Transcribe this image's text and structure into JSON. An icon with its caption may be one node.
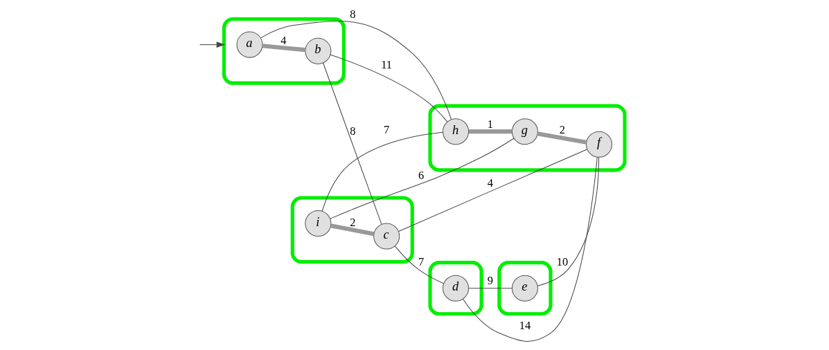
{
  "diagram": {
    "nodes": [
      {
        "text": [],
        "shape": "ellipse"
      },
      {
        "text": [
          "a"
        ],
        "in": 0
      },
      {
        "text": [
          "b"
        ],
        "in": 0
      },
      {
        "text": [],
        "shape": "ellipse"
      },
      {
        "text": [
          "c"
        ],
        "in": 3
      },
      {
        "text": [
          "i"
        ],
        "in": 3
      },
      {
        "text": [],
        "shape": "ellipse"
      },
      {
        "text": [
          "d"
        ],
        "in": 6
      },
      {
        "text": [],
        "shape": "ellipse"
      },
      {
        "text": [
          "e"
        ],
        "in": 8
      },
      {
        "text": [],
        "shape": "ellipse"
      },
      {
        "text": [
          "h"
        ],
        "in": 10
      },
      {
        "text": [
          "g"
        ],
        "in": 10
      },
      {
        "text": [
          "f"
        ],
        "in": 10
      }
    ],
    "edges": [
      {
        "from": null,
        "to": 0,
        "arrow": "to"
      },
      {
        "from": 1,
        "to": 2,
        "arrow": "none",
        "label": "4",
        "style": "thick",
        "color": "#999999"
      },
      {
        "from": 2,
        "to": 4,
        "arrow": "none",
        "label": "8"
      },
      {
        "from": 4,
        "to": 7,
        "arrow": "none",
        "label": "7"
      },
      {
        "from": 7,
        "to": 9,
        "arrow": "none",
        "label": "9"
      },
      {
        "from": 1,
        "to": 11,
        "arrow": "none",
        "label": "8"
      },
      {
        "from": 2,
        "to": 11,
        "arrow": "none",
        "label": "11"
      },
      {
        "from": 5,
        "to": 4,
        "arrow": "none",
        "label": "2",
        "style": "thick",
        "color": "#999999"
      },
      {
        "from": 5,
        "to": 11,
        "arrow": "none",
        "label": "7"
      },
      {
        "from": 5,
        "to": 12,
        "arrow": "none",
        "label": "6"
      },
      {
        "from": 4,
        "to": 13,
        "arrow": "none",
        "label": "4"
      },
      {
        "from": 7,
        "to": 13,
        "arrow": "none",
        "label": "14"
      },
      {
        "from": 9,
        "to": 13,
        "arrow": "none",
        "label": "10"
      },
      {
        "from": 11,
        "to": 12,
        "arrow": "none",
        "label": "1",
        "style": "thick",
        "color": "#999999"
      },
      {
        "from": 12,
        "to": 13,
        "arrow": "none",
        "label": "2",
        "style": "thick",
        "color": "#999999"
      }
    ]
  }
}
